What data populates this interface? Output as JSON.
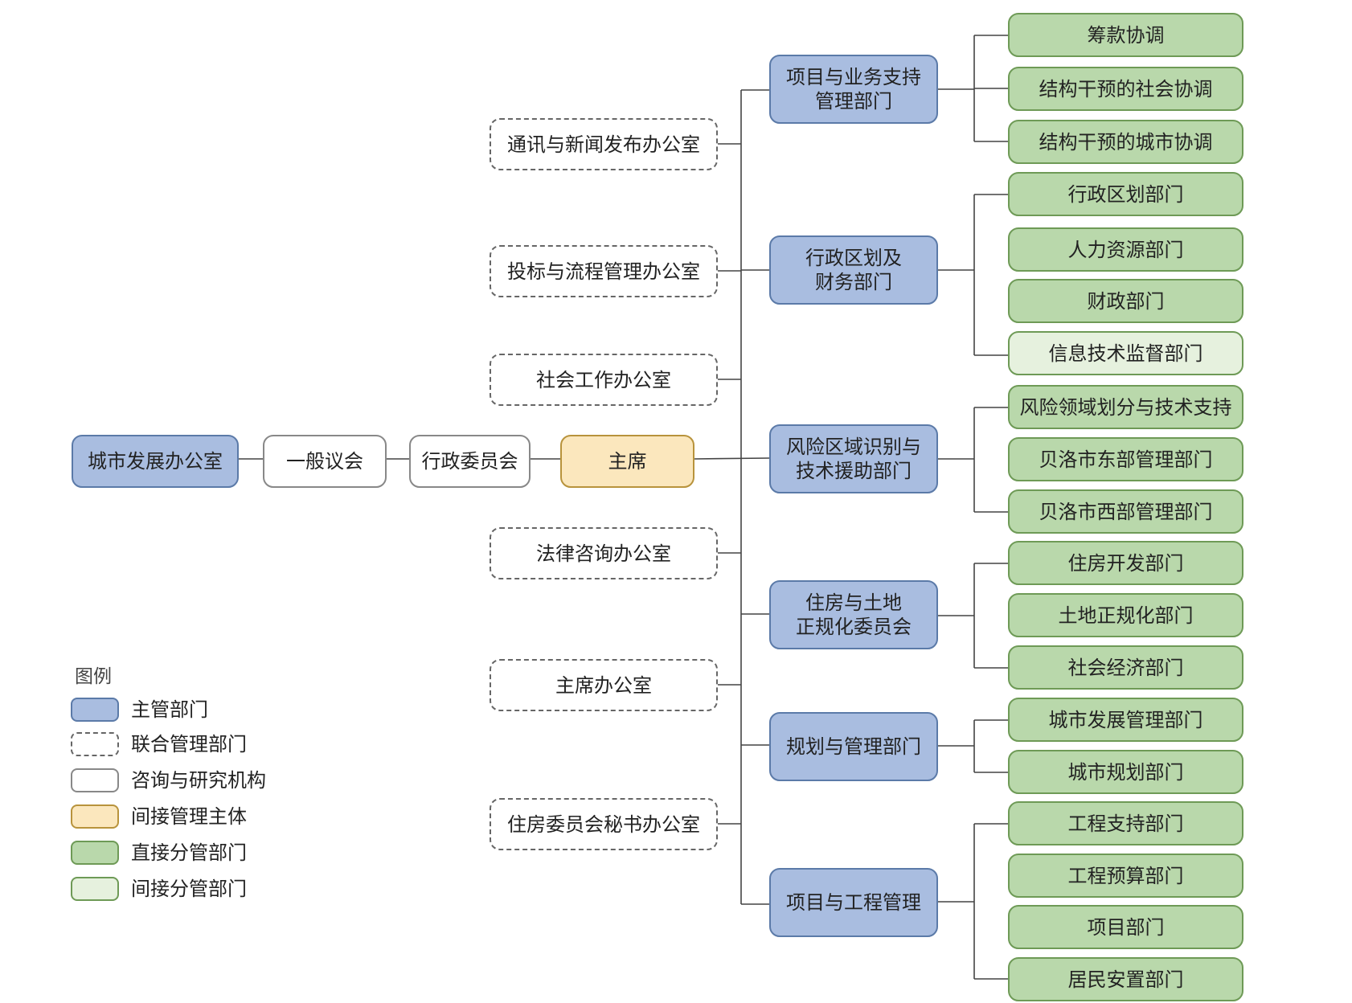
{
  "left_chain": {
    "city_office": "城市发展办公室",
    "general_council": "一般议会",
    "admin_committee": "行政委员会",
    "chairman": "主席"
  },
  "offices": [
    "通讯与新闻发布办公室",
    "投标与流程管理办公室",
    "社会工作办公室",
    "法律咨询办公室",
    "主席办公室",
    "住房委员会秘书办公室"
  ],
  "departments": [
    "项目与业务支持\n管理部门",
    "行政区划及\n财务部门",
    "风险区域识别与\n技术援助部门",
    "住房与土地\n正规化委员会",
    "规划与管理部门",
    "项目与工程管理"
  ],
  "subdepartments": [
    "筹款协调",
    "结构干预的社会协调",
    "结构干预的城市协调",
    "行政区划部门",
    "人力资源部门",
    "财政部门",
    "信息技术监督部门",
    "风险领域划分与技术支持",
    "贝洛市东部管理部门",
    "贝洛市西部管理部门",
    "住房开发部门",
    "土地正规化部门",
    "社会经济部门",
    "城市发展管理部门",
    "城市规划部门",
    "工程支持部门",
    "工程预算部门",
    "项目部门",
    "居民安置部门"
  ],
  "legend": {
    "title": "图例",
    "items": [
      "主管部门",
      "联合管理部门",
      "咨询与研究机构",
      "间接管理主体",
      "直接分管部门",
      "间接分管部门"
    ]
  },
  "colors": {
    "main": "#a9bde0",
    "indirect_entity": "#fbe7bd",
    "direct_sub": "#b9d8ab",
    "indirect_sub": "#e6f1de"
  }
}
